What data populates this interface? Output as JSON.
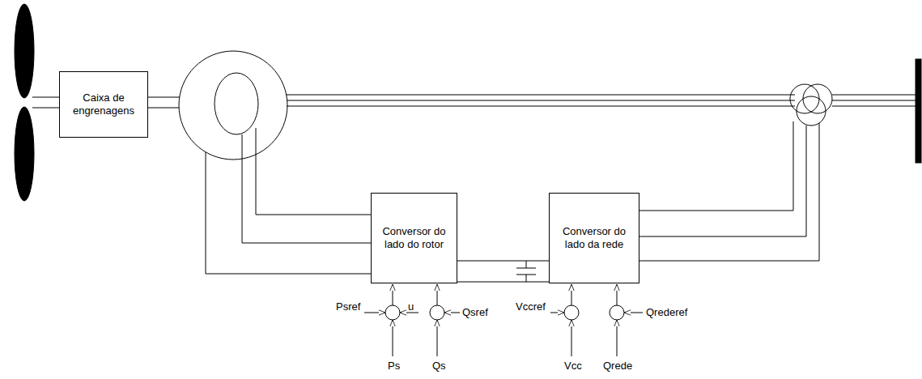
{
  "diagram": {
    "nodes": [
      {
        "text": [
          "Caixa de engrenagens"
        ]
      },
      {
        "text": [
          "Conversor do lado do rotor"
        ]
      },
      {
        "text": [
          "Conversor do lado da rede"
        ]
      }
    ],
    "edges": [
      {
        "from": 1,
        "to": 2,
        "arrow": "none"
      }
    ],
    "labels": [
      "Psref",
      "u",
      "Qsref",
      "Ps",
      "Qs",
      "Vccref",
      "Vcc",
      "Qrede",
      "Qrederef"
    ]
  }
}
